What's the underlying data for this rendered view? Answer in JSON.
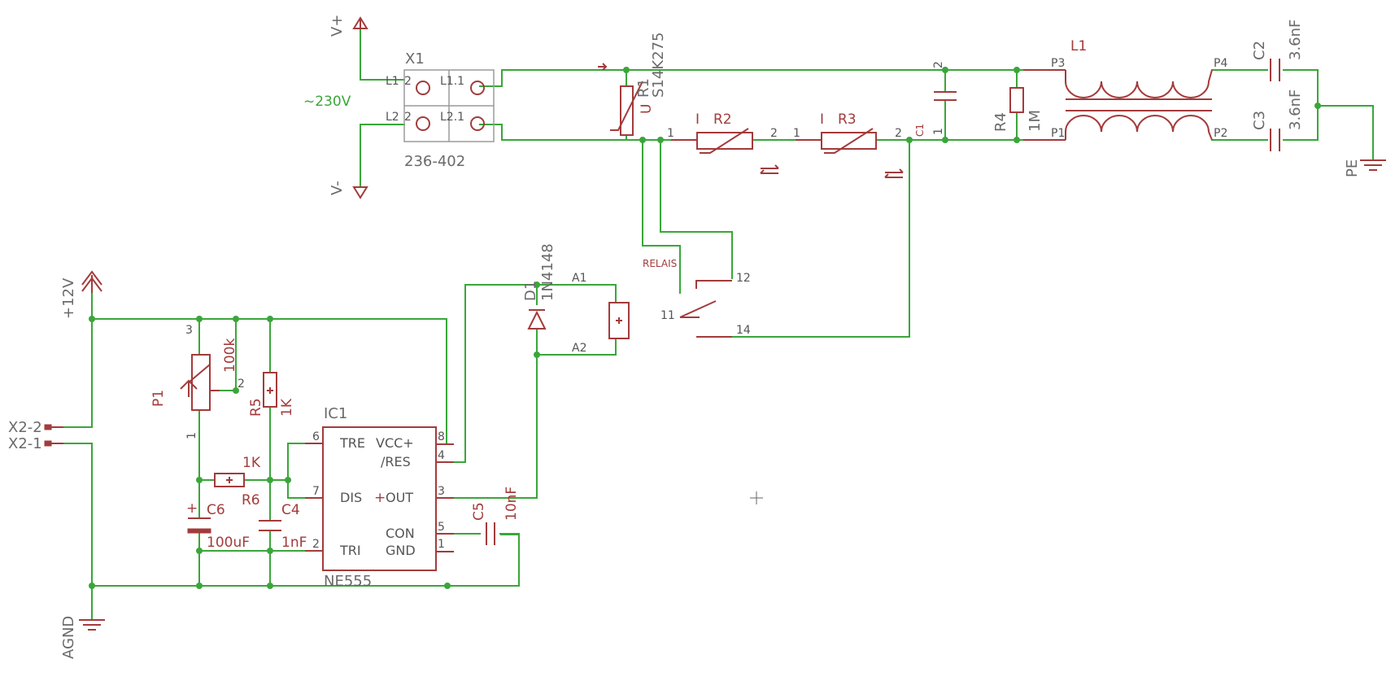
{
  "supply": {
    "v_plus": "V+",
    "v_minus": "V-",
    "mains": "~230V",
    "plus12": "+12V",
    "agnd": "AGND",
    "pe": "PE"
  },
  "terminal": {
    "name": "X1",
    "value": "236-402",
    "pins": [
      "L1",
      "L2",
      "L1.1",
      "L2.1",
      "2",
      "2"
    ]
  },
  "varistor": {
    "name": "R1",
    "value": "S14K275",
    "glyph": "U"
  },
  "ptc": [
    {
      "name": "R2",
      "marker": "I",
      "pin1": "1",
      "pin2": "2"
    },
    {
      "name": "R3",
      "marker": "I",
      "pin1": "1",
      "pin2": "2"
    }
  ],
  "cap_c1": {
    "name": "C1",
    "pin1": "1",
    "pin2": "2"
  },
  "resistor_r4": {
    "name": "R4",
    "value": "1M"
  },
  "choke": {
    "name": "L1",
    "pins": [
      "P3",
      "P4",
      "P1",
      "P2"
    ]
  },
  "cap_c2": {
    "name": "C2",
    "value": "3.6nF"
  },
  "cap_c3": {
    "name": "C3",
    "value": "3.6nF"
  },
  "relay": {
    "label": "RELAIS",
    "coil_pins": [
      "A1",
      "A2"
    ],
    "contact_pins": [
      "12",
      "11",
      "14"
    ]
  },
  "diode": {
    "name": "D1",
    "value": "1N4148"
  },
  "pot": {
    "name": "P1",
    "value": "100k",
    "pins": [
      "3",
      "2",
      "1"
    ]
  },
  "r5": {
    "name": "R5",
    "value": "1K"
  },
  "r6": {
    "name": "R6",
    "value": "1K"
  },
  "c6": {
    "name": "C6",
    "value": "100uF"
  },
  "c4": {
    "name": "C4",
    "value": "1nF"
  },
  "c5": {
    "name": "C5",
    "value": "10nF"
  },
  "ic": {
    "name": "IC1",
    "value": "NE555",
    "left_pins": [
      {
        "num": "6",
        "label": "TRE"
      },
      {
        "num": "7",
        "label": "DIS"
      },
      {
        "num": "2",
        "label": "TRI"
      }
    ],
    "right_pins": [
      {
        "num": "8",
        "label": "VCC+"
      },
      {
        "num": "4",
        "label": "/RES"
      },
      {
        "num": "3",
        "label": "OUT"
      },
      {
        "num": "5",
        "label": "CON"
      },
      {
        "num": "1",
        "label": "GND"
      }
    ]
  },
  "connector": {
    "pins": [
      "X2-2",
      "X2-1"
    ]
  }
}
